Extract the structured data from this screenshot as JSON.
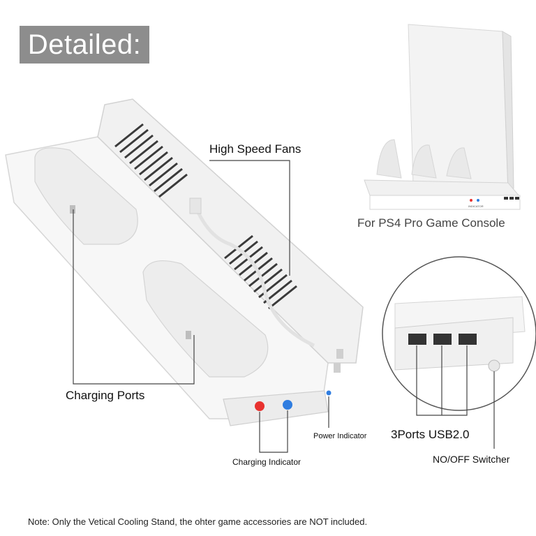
{
  "badge": {
    "text": "Detailed:"
  },
  "labels": {
    "fans": "High Speed Fans",
    "ps4": "For PS4 Pro Game Console",
    "charging_ports": "Charging Ports",
    "power_indicator": "Power Indicator",
    "usb_ports": "3Ports USB2.0",
    "charging_indicator": "Charging Indicator",
    "switcher": "NO/OFF Switcher"
  },
  "console_panel_text": "INDICATOR",
  "note": "Note: Only the Vetical Cooling Stand, the ohter game accessories are NOT included.",
  "colors": {
    "badge": "#8d8d8d",
    "led_red": "#e8322f",
    "led_blue": "#2f7de0",
    "stand": "#f4f4f4",
    "outline": "#d9d9d9"
  }
}
